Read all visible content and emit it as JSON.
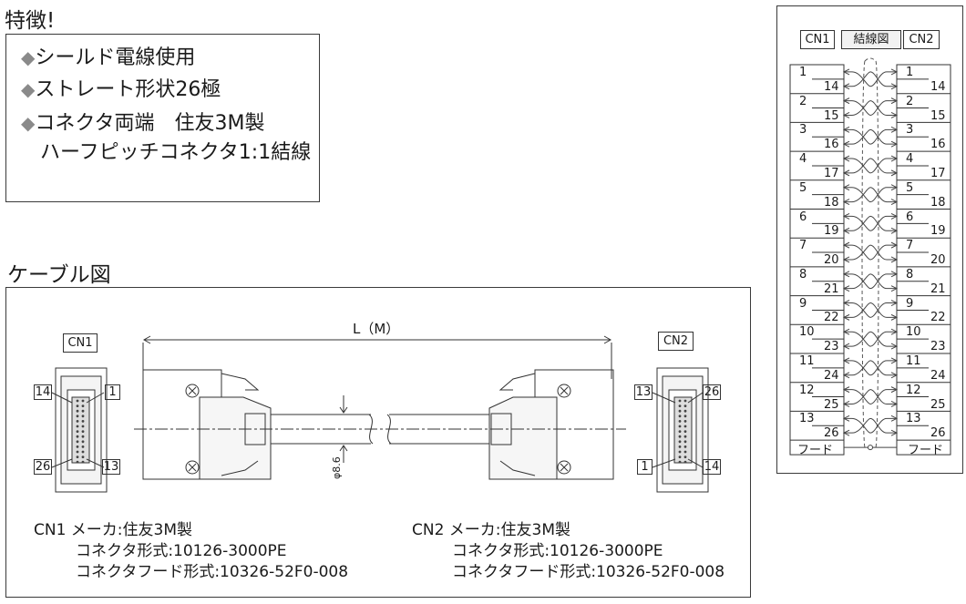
{
  "features": {
    "heading": "特徴!",
    "items": [
      "シールド電線使用",
      "ストレート形状26極",
      "コネクタ両端　住友3M製"
    ],
    "continuation": "ハーフピッチコネクタ1:1結線"
  },
  "cable": {
    "heading": "ケーブル図",
    "length_label": "L（M）",
    "diameter_label": "φ8.6",
    "cn1": {
      "tag": "CN1",
      "pin_labels": [
        "14",
        "1",
        "26",
        "13"
      ],
      "spec_title": "CN1 メーカ:住友3M製",
      "spec_connector": "コネクタ形式:10126-3000PE",
      "spec_hood": "コネクタフード形式:10326-52F0-008"
    },
    "cn2": {
      "tag": "CN2",
      "pin_labels": [
        "13",
        "26",
        "1",
        "14"
      ],
      "spec_title": "CN2 メーカ:住友3M製",
      "spec_connector": "コネクタ形式:10126-3000PE",
      "spec_hood": "コネクタフード形式:10326-52F0-008"
    }
  },
  "wiring": {
    "header_left": "CN1",
    "header_center": "結線図",
    "header_right": "CN2",
    "pins": [
      [
        "1",
        "14"
      ],
      [
        "2",
        "15"
      ],
      [
        "3",
        "16"
      ],
      [
        "4",
        "17"
      ],
      [
        "5",
        "18"
      ],
      [
        "6",
        "19"
      ],
      [
        "7",
        "20"
      ],
      [
        "8",
        "21"
      ],
      [
        "9",
        "22"
      ],
      [
        "10",
        "23"
      ],
      [
        "11",
        "24"
      ],
      [
        "12",
        "25"
      ],
      [
        "13",
        "26"
      ]
    ],
    "hood_label": "フード"
  }
}
